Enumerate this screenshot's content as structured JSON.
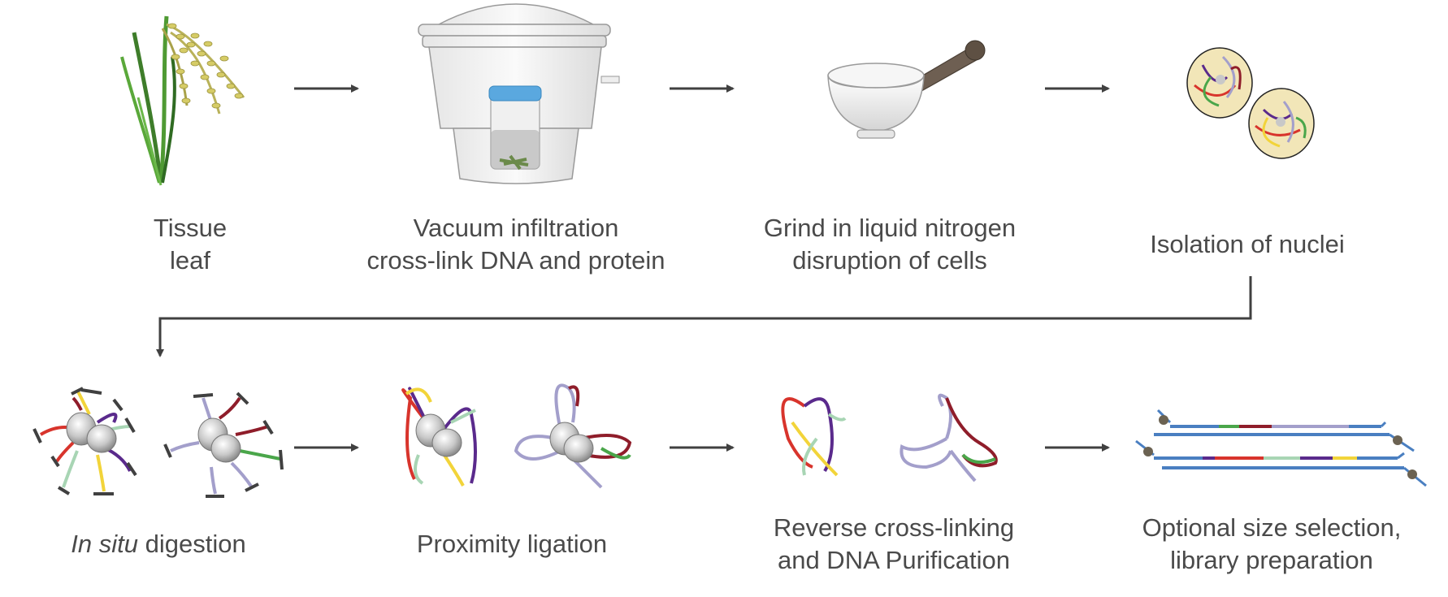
{
  "steps": {
    "tissue": {
      "line1": "Tissue",
      "line2": "leaf"
    },
    "vacuum": {
      "line1": "Vacuum infiltration",
      "line2": "cross-link DNA and protein"
    },
    "grind": {
      "line1": "Grind in liquid nitrogen",
      "line2": "disruption of cells"
    },
    "isolation": {
      "line1": "Isolation of nuclei"
    },
    "digestion": {
      "italic": "In situ",
      "rest": " digestion"
    },
    "ligation": {
      "line1": "Proximity ligation"
    },
    "reverse": {
      "line1": "Reverse cross-linking",
      "line2": "and DNA Purification"
    },
    "library": {
      "line1": "Optional size selection,",
      "line2": "library preparation"
    }
  },
  "colors": {
    "arrow": "#404040",
    "red": "#d8342c",
    "purple": "#5a2a8c",
    "lavender": "#a39fcb",
    "yellow": "#f2d43a",
    "mint": "#a8d5b4",
    "green": "#4aa64a",
    "maroon": "#8f1d2a",
    "blue": "#4a7fc1"
  }
}
